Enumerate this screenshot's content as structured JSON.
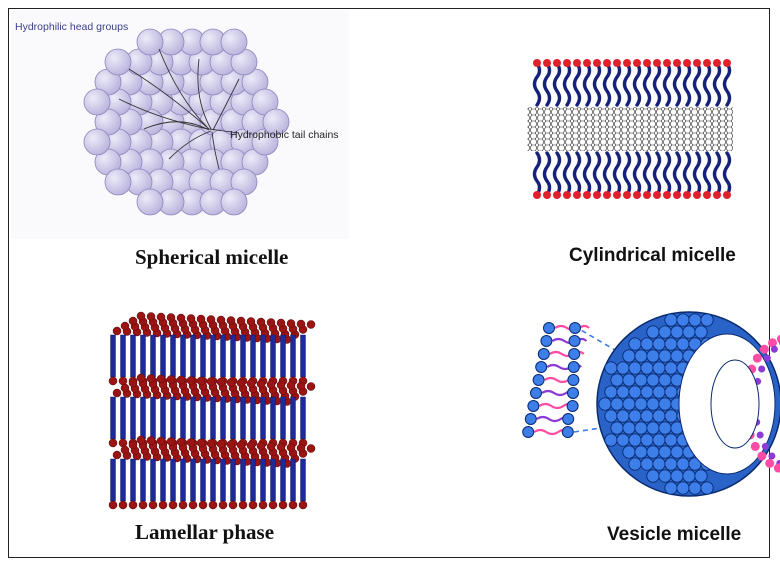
{
  "figure": {
    "spherical": {
      "caption": "Spherical micelle",
      "label_heads": "Hydrophilic head groups",
      "label_tails": "Hydrophobic tail chains"
    },
    "cylindrical": {
      "caption": "Cylindrical micelle"
    },
    "lamellar": {
      "caption": "Lamellar phase"
    },
    "vesicle": {
      "caption": "Vesicle micelle"
    }
  },
  "colors": {
    "sphere_fill": "#b9b3dc",
    "sphere_stroke": "#8e86bf",
    "tail_navy": "#16227a",
    "head_red": "#e0202a",
    "lamellar_blue": "#1f2a9a",
    "lamellar_head": "#9a1414",
    "vesicle_blue": "#3d7ee8",
    "vesicle_outline": "#0a2a70",
    "pink": "#ff4da6",
    "purple": "#8e3bd6"
  }
}
